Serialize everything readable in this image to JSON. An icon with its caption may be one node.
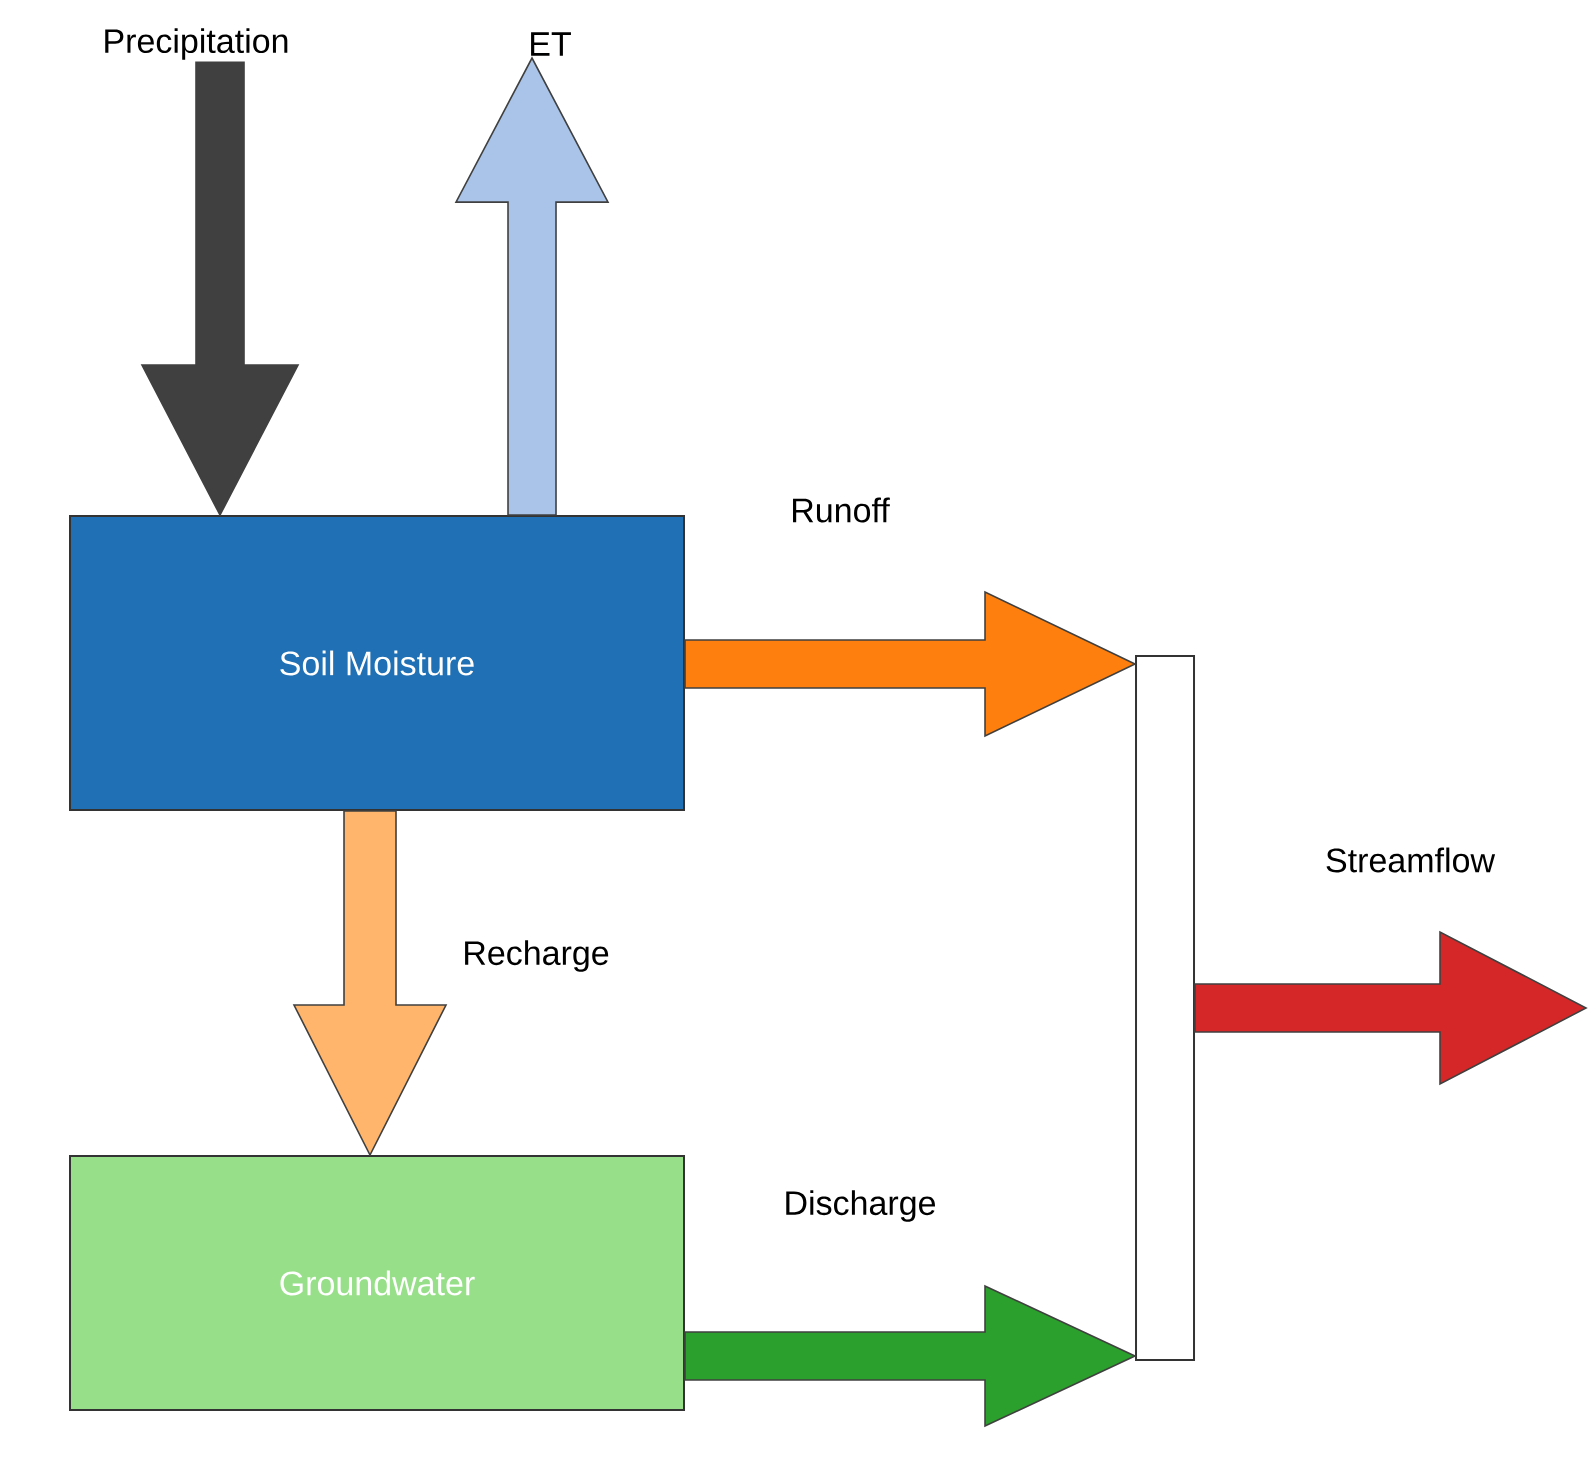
{
  "diagram": {
    "nodes": [
      {
        "text": [
          "Precipitation"
        ]
      },
      {
        "text": [
          "ET"
        ]
      },
      {
        "text": [
          "Soil Moisture"
        ]
      },
      {
        "text": [
          "Groundwater"
        ]
      },
      {
        "text": [],
        "shape": "bar"
      }
    ],
    "edges": [
      {
        "from": 0,
        "to": 2,
        "arrow": "to",
        "color": "#404040"
      },
      {
        "from": 2,
        "to": 1,
        "arrow": "to",
        "color": "#a9c4e8"
      },
      {
        "from": 2,
        "to": 4,
        "arrow": "to",
        "label": "Runoff",
        "color": "#ff7f0e"
      },
      {
        "from": 2,
        "to": 3,
        "arrow": "to",
        "label": "Recharge",
        "color": "#ffb56b"
      },
      {
        "from": 3,
        "to": 4,
        "arrow": "to",
        "label": "Discharge",
        "color": "#2ca02c"
      },
      {
        "from": 4,
        "to": null,
        "arrow": "to",
        "label": "Streamflow",
        "color": "#d62728"
      }
    ]
  }
}
